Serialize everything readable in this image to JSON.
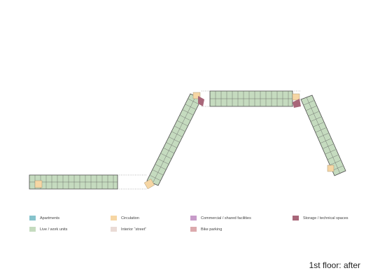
{
  "caption": "1st floor: after",
  "legend": [
    {
      "label": "Apartments",
      "color": "#86c3cc"
    },
    {
      "label": "Circulation",
      "color": "#f6d6a4"
    },
    {
      "label": "Commercial / shared facilities",
      "color": "#c79bc9"
    },
    {
      "label": "Storage / technical spaces",
      "color": "#a86679"
    },
    {
      "label": "Live / work units",
      "color": "#c5dbbf"
    },
    {
      "label": "Interior “street”",
      "color": "#eadbd6"
    },
    {
      "label": "Bike parking",
      "color": "#dcaaad"
    }
  ],
  "colors": {
    "live_work": "#c5dbbf",
    "circulation": "#f6d6a4",
    "storage": "#a86679",
    "street": "#eadbd6",
    "wall": "#4a4a4a"
  }
}
